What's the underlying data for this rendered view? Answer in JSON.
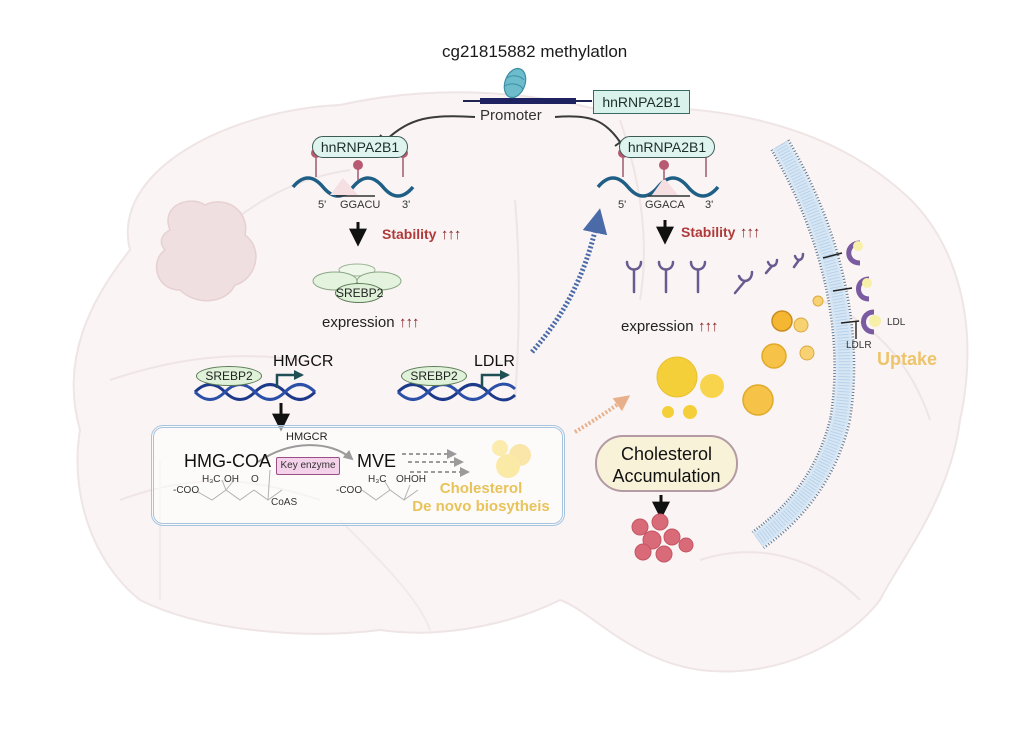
{
  "figure": {
    "title": "cg21815882 methylatlon",
    "promoter_label": "Promoter",
    "promoter_gene": "hnRNPA2B1",
    "left_branch": {
      "protein": "hnRNPA2B1",
      "five_prime": "5'",
      "motif": "GGACU",
      "three_prime": "3'",
      "stability_label": "Stability",
      "stability_arrows": "↑↑↑",
      "product": "SREBP2",
      "expression_label": "expression",
      "expression_arrows": "↑↑↑"
    },
    "right_branch": {
      "protein": "hnRNPA2B1",
      "five_prime": "5'",
      "motif": "GGACA",
      "three_prime": "3'",
      "stability_label": "Stability",
      "stability_arrows": "↑↑↑",
      "expression_label": "expression",
      "expression_arrows": "↑↑↑"
    },
    "transcription": {
      "left_factor": "SREBP2",
      "left_gene": "HMGCR",
      "right_factor": "SREBP2",
      "right_gene": "LDLR"
    },
    "pathway": {
      "substrate": "HMG-COA",
      "enzyme": "HMGCR",
      "enzyme_tag": "Key enzyme",
      "product": "MVE",
      "substrate_groups": [
        "H₃C",
        "OH",
        "O",
        "-COO",
        "CoAS"
      ],
      "product_groups": [
        "H₃C",
        "OHOH",
        "-COO"
      ],
      "outcome_line1": "Cholesterol",
      "outcome_line2": "De novo biosytheis"
    },
    "accumulation": {
      "line1": "Cholesterol",
      "line2": "Accumulation"
    },
    "membrane": {
      "ligand_label": "LDL",
      "receptor_label": "LDLR",
      "process_label": "Uptake"
    },
    "colors": {
      "rna_strand": "#1f5f86",
      "gene_box_fill": "#d9f2ec",
      "stability_text": "#b03a3a",
      "up_arrows": "#8a1f1f",
      "srebp_fill": "#dff1d8",
      "dna_helix": "#1d3a8a",
      "cholesterol": "#f5c842",
      "receptor": "#7a5aa0",
      "membrane": "#a7c6e3",
      "uptake_text": "#edc46a",
      "key_enzyme_fill": "#f4d2ea"
    }
  }
}
